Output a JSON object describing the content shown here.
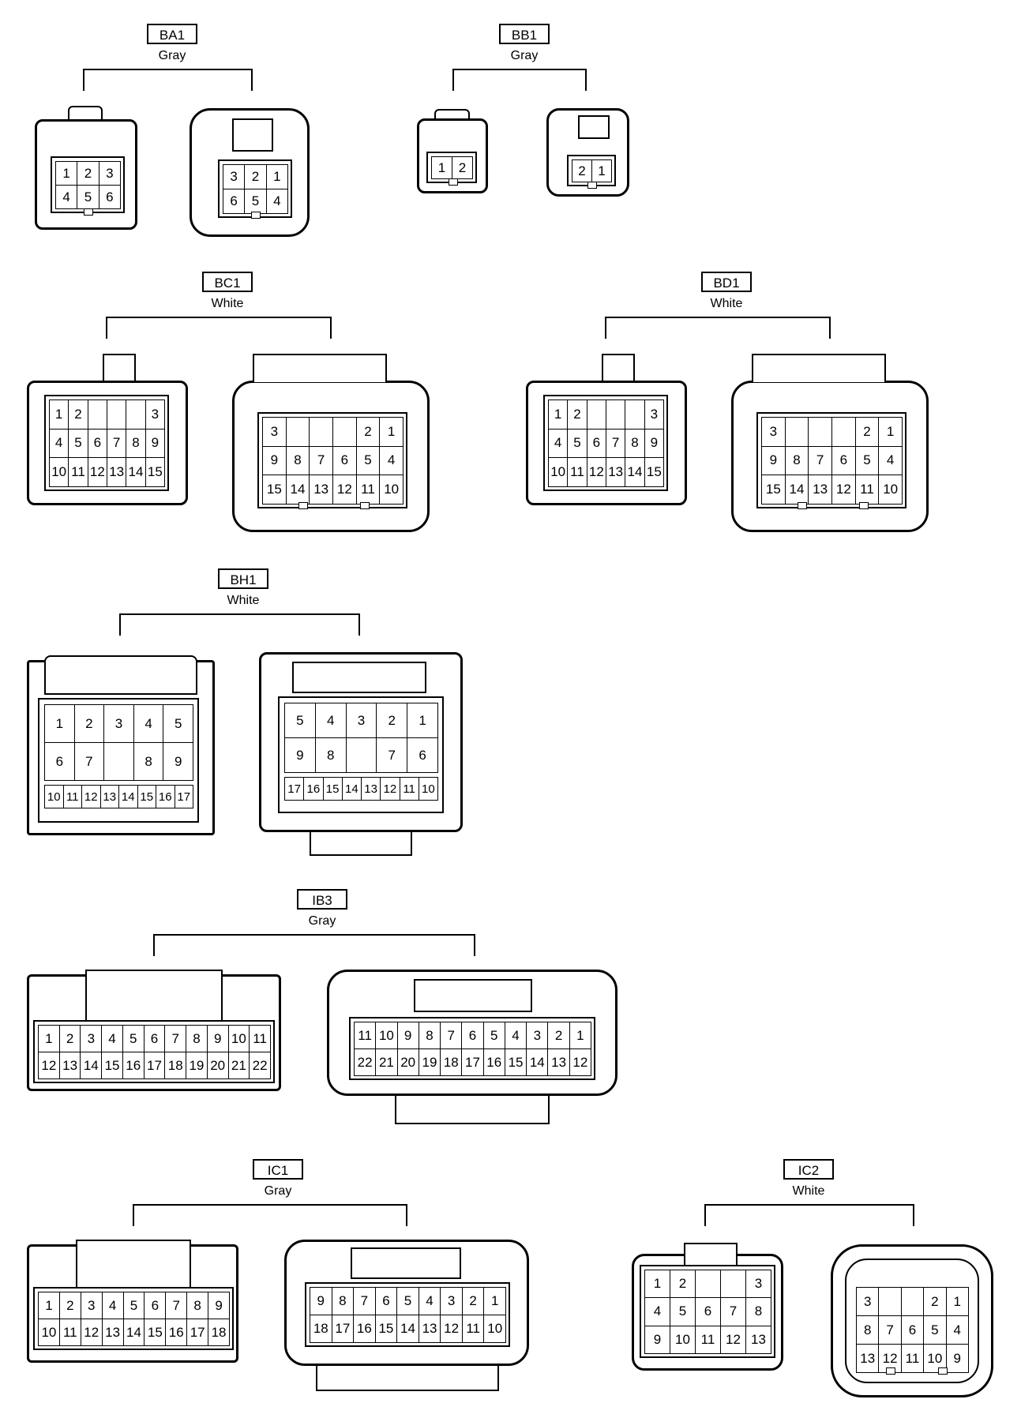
{
  "connectors": {
    "BA1": {
      "code": "BA1",
      "color": "Gray",
      "left_rows": [
        [
          "1",
          "2",
          "3"
        ],
        [
          "4",
          "5",
          "6"
        ]
      ],
      "right_rows": [
        [
          "3",
          "2",
          "1"
        ],
        [
          "6",
          "5",
          "4"
        ]
      ]
    },
    "BB1": {
      "code": "BB1",
      "color": "Gray",
      "left_rows": [
        [
          "1",
          "2"
        ]
      ],
      "right_rows": [
        [
          "2",
          "1"
        ]
      ]
    },
    "BC1": {
      "code": "BC1",
      "color": "White",
      "left_rows": [
        [
          "1",
          "2",
          "",
          "",
          "",
          "3"
        ],
        [
          "4",
          "5",
          "6",
          "7",
          "8",
          "9"
        ],
        [
          "10",
          "11",
          "12",
          "13",
          "14",
          "15"
        ]
      ],
      "right_rows": [
        [
          "3",
          "",
          "",
          "",
          "2",
          "1"
        ],
        [
          "9",
          "8",
          "7",
          "6",
          "5",
          "4"
        ],
        [
          "15",
          "14",
          "13",
          "12",
          "11",
          "10"
        ]
      ]
    },
    "BD1": {
      "code": "BD1",
      "color": "White",
      "left_rows": [
        [
          "1",
          "2",
          "",
          "",
          "",
          "3"
        ],
        [
          "4",
          "5",
          "6",
          "7",
          "8",
          "9"
        ],
        [
          "10",
          "11",
          "12",
          "13",
          "14",
          "15"
        ]
      ],
      "right_rows": [
        [
          "3",
          "",
          "",
          "",
          "2",
          "1"
        ],
        [
          "9",
          "8",
          "7",
          "6",
          "5",
          "4"
        ],
        [
          "15",
          "14",
          "13",
          "12",
          "11",
          "10"
        ]
      ]
    },
    "BH1": {
      "code": "BH1",
      "color": "White",
      "left_rows": [
        [
          "1",
          "2",
          "3",
          "4",
          "5"
        ],
        [
          "6",
          "7",
          "",
          "8",
          "9"
        ]
      ],
      "left_small": [
        "10",
        "11",
        "12",
        "13",
        "14",
        "15",
        "16",
        "17"
      ],
      "right_rows": [
        [
          "5",
          "4",
          "3",
          "2",
          "1"
        ],
        [
          "9",
          "8",
          "",
          "7",
          "6"
        ]
      ],
      "right_small": [
        "17",
        "16",
        "15",
        "14",
        "13",
        "12",
        "11",
        "10"
      ]
    },
    "IB3": {
      "code": "IB3",
      "color": "Gray",
      "left_rows": [
        [
          "1",
          "2",
          "3",
          "4",
          "5",
          "6",
          "7",
          "8",
          "9",
          "10",
          "11"
        ],
        [
          "12",
          "13",
          "14",
          "15",
          "16",
          "17",
          "18",
          "19",
          "20",
          "21",
          "22"
        ]
      ],
      "right_rows": [
        [
          "11",
          "10",
          "9",
          "8",
          "7",
          "6",
          "5",
          "4",
          "3",
          "2",
          "1"
        ],
        [
          "22",
          "21",
          "20",
          "19",
          "18",
          "17",
          "16",
          "15",
          "14",
          "13",
          "12"
        ]
      ]
    },
    "IC1": {
      "code": "IC1",
      "color": "Gray",
      "left_rows": [
        [
          "1",
          "2",
          "3",
          "4",
          "5",
          "6",
          "7",
          "8",
          "9"
        ],
        [
          "10",
          "11",
          "12",
          "13",
          "14",
          "15",
          "16",
          "17",
          "18"
        ]
      ],
      "right_rows": [
        [
          "9",
          "8",
          "7",
          "6",
          "5",
          "4",
          "3",
          "2",
          "1"
        ],
        [
          "18",
          "17",
          "16",
          "15",
          "14",
          "13",
          "12",
          "11",
          "10"
        ]
      ]
    },
    "IC2": {
      "code": "IC2",
      "color": "White",
      "left_rows": [
        [
          "1",
          "2",
          "",
          "",
          "3"
        ],
        [
          "4",
          "5",
          "6",
          "7",
          "8"
        ],
        [
          "9",
          "10",
          "11",
          "12",
          "13"
        ]
      ],
      "right_rows": [
        [
          "3",
          "",
          "",
          "2",
          "1"
        ],
        [
          "8",
          "7",
          "6",
          "5",
          "4"
        ],
        [
          "13",
          "12",
          "11",
          "10",
          "9"
        ]
      ]
    }
  }
}
